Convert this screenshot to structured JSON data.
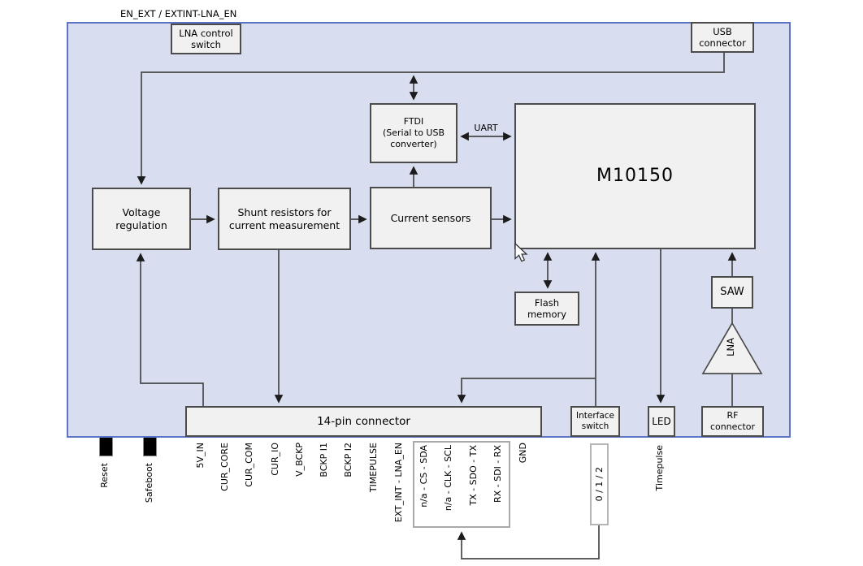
{
  "diagram": {
    "outer_label": "EN_EXT / EXTINT-LNA_EN",
    "blocks": {
      "lna_control_switch": "LNA control\nswitch",
      "usb_connector": "USB\nconnector",
      "ftdi": "FTDI\n(Serial to USB\nconverter)",
      "m10150": "M10150",
      "voltage_regulation": "Voltage\nregulation",
      "shunt_resistors": "Shunt resistors for\ncurrent measurement",
      "current_sensors": "Current sensors",
      "flash_memory": "Flash\nmemory",
      "saw": "SAW",
      "lna": "LNA",
      "rf_connector": "RF\nconnector",
      "fourteen_pin_connector": "14-pin connector",
      "interface_switch": "Interface\nswitch",
      "led": "LED"
    },
    "bus_labels": {
      "uart": "UART"
    },
    "pins": [
      "Reset",
      "Safeboot",
      "5V_IN",
      "CUR_CORE",
      "CUR_COM",
      "CUR_IO",
      "V_BCKP",
      "BCKP I1",
      "BCKP I2",
      "TIMEPULSE",
      "EXT_INT - LNA_EN",
      "n/a - CS - SDA",
      "n/a - CLK - SCL",
      "TX - SDO - TX",
      "RX - SDI - RX",
      "GND",
      "0 / 1 / 2",
      "Timepulse"
    ],
    "colors": {
      "board_fill": "#d8ddf0",
      "board_border": "#5b74c4",
      "box_fill": "#f1f1f1",
      "box_border": "#4b4b4b",
      "wire": "#474747"
    }
  }
}
